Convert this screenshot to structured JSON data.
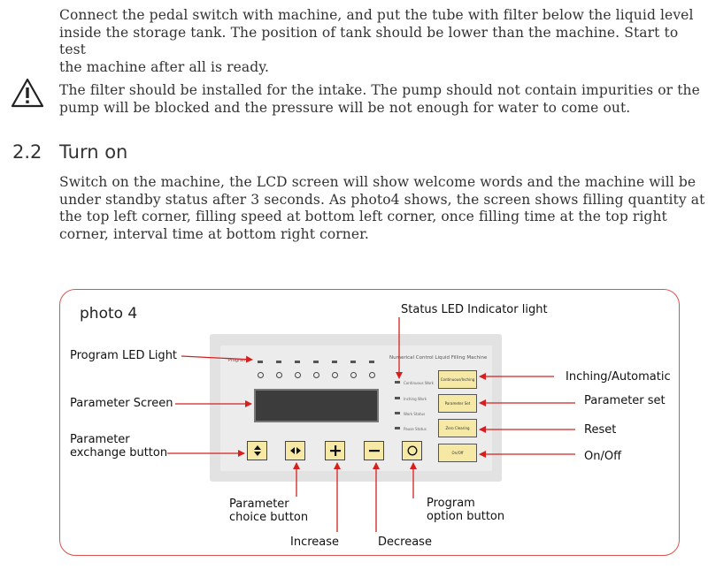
{
  "paragraphs": {
    "p1_l1": "Connect the pedal switch with machine, and put the tube with filter below the liquid level",
    "p1_l2": "inside the storage tank. The position of tank should be lower than the machine. Start to test",
    "p1_l3": "the machine after all is ready.",
    "warn_l1": "The filter should be installed for the intake. The pump should not contain impurities or the",
    "warn_l2": "pump will be blocked and the pressure will be not enough for water to come out.",
    "p2_l1": "Switch on the machine, the LCD screen will show welcome words and the machine will be",
    "p2_l2": "under standby status after 3 seconds. As photo4 shows, the screen shows filling quantity at",
    "p2_l3": "the top left corner, filling speed at bottom left corner, once filling time at the top right",
    "p2_l4": "corner, interval time at bottom right corner."
  },
  "section": {
    "number": "2.2",
    "title": "Turn on"
  },
  "figure": {
    "title": "photo  4",
    "labels": {
      "status_led": "Status LED Indicator light",
      "program_led": "Program LED Light",
      "parameter_screen": "Parameter Screen",
      "parameter_exchange_l1": "Parameter",
      "parameter_exchange_l2": "exchange button",
      "parameter_choice_l1": "Parameter",
      "parameter_choice_l2": "choice button",
      "increase": "Increase",
      "decrease": "Decrease",
      "program_option_l1": "Program",
      "program_option_l2": "option button",
      "inching_automatic": "Inching/Automatic",
      "parameter_set": "Parameter set",
      "reset": "Reset",
      "on_off": "On/Off"
    },
    "panel": {
      "program_text": "Program",
      "machine_title": "Numerical Control Liquid Filling Machine",
      "status": [
        "Continuous Work",
        "Inching Work",
        "Work Status",
        "Pause Status"
      ],
      "buttons": [
        "Continuous/Inching",
        "Parameter Set",
        "Zero Clearing",
        "On/Off"
      ]
    }
  }
}
